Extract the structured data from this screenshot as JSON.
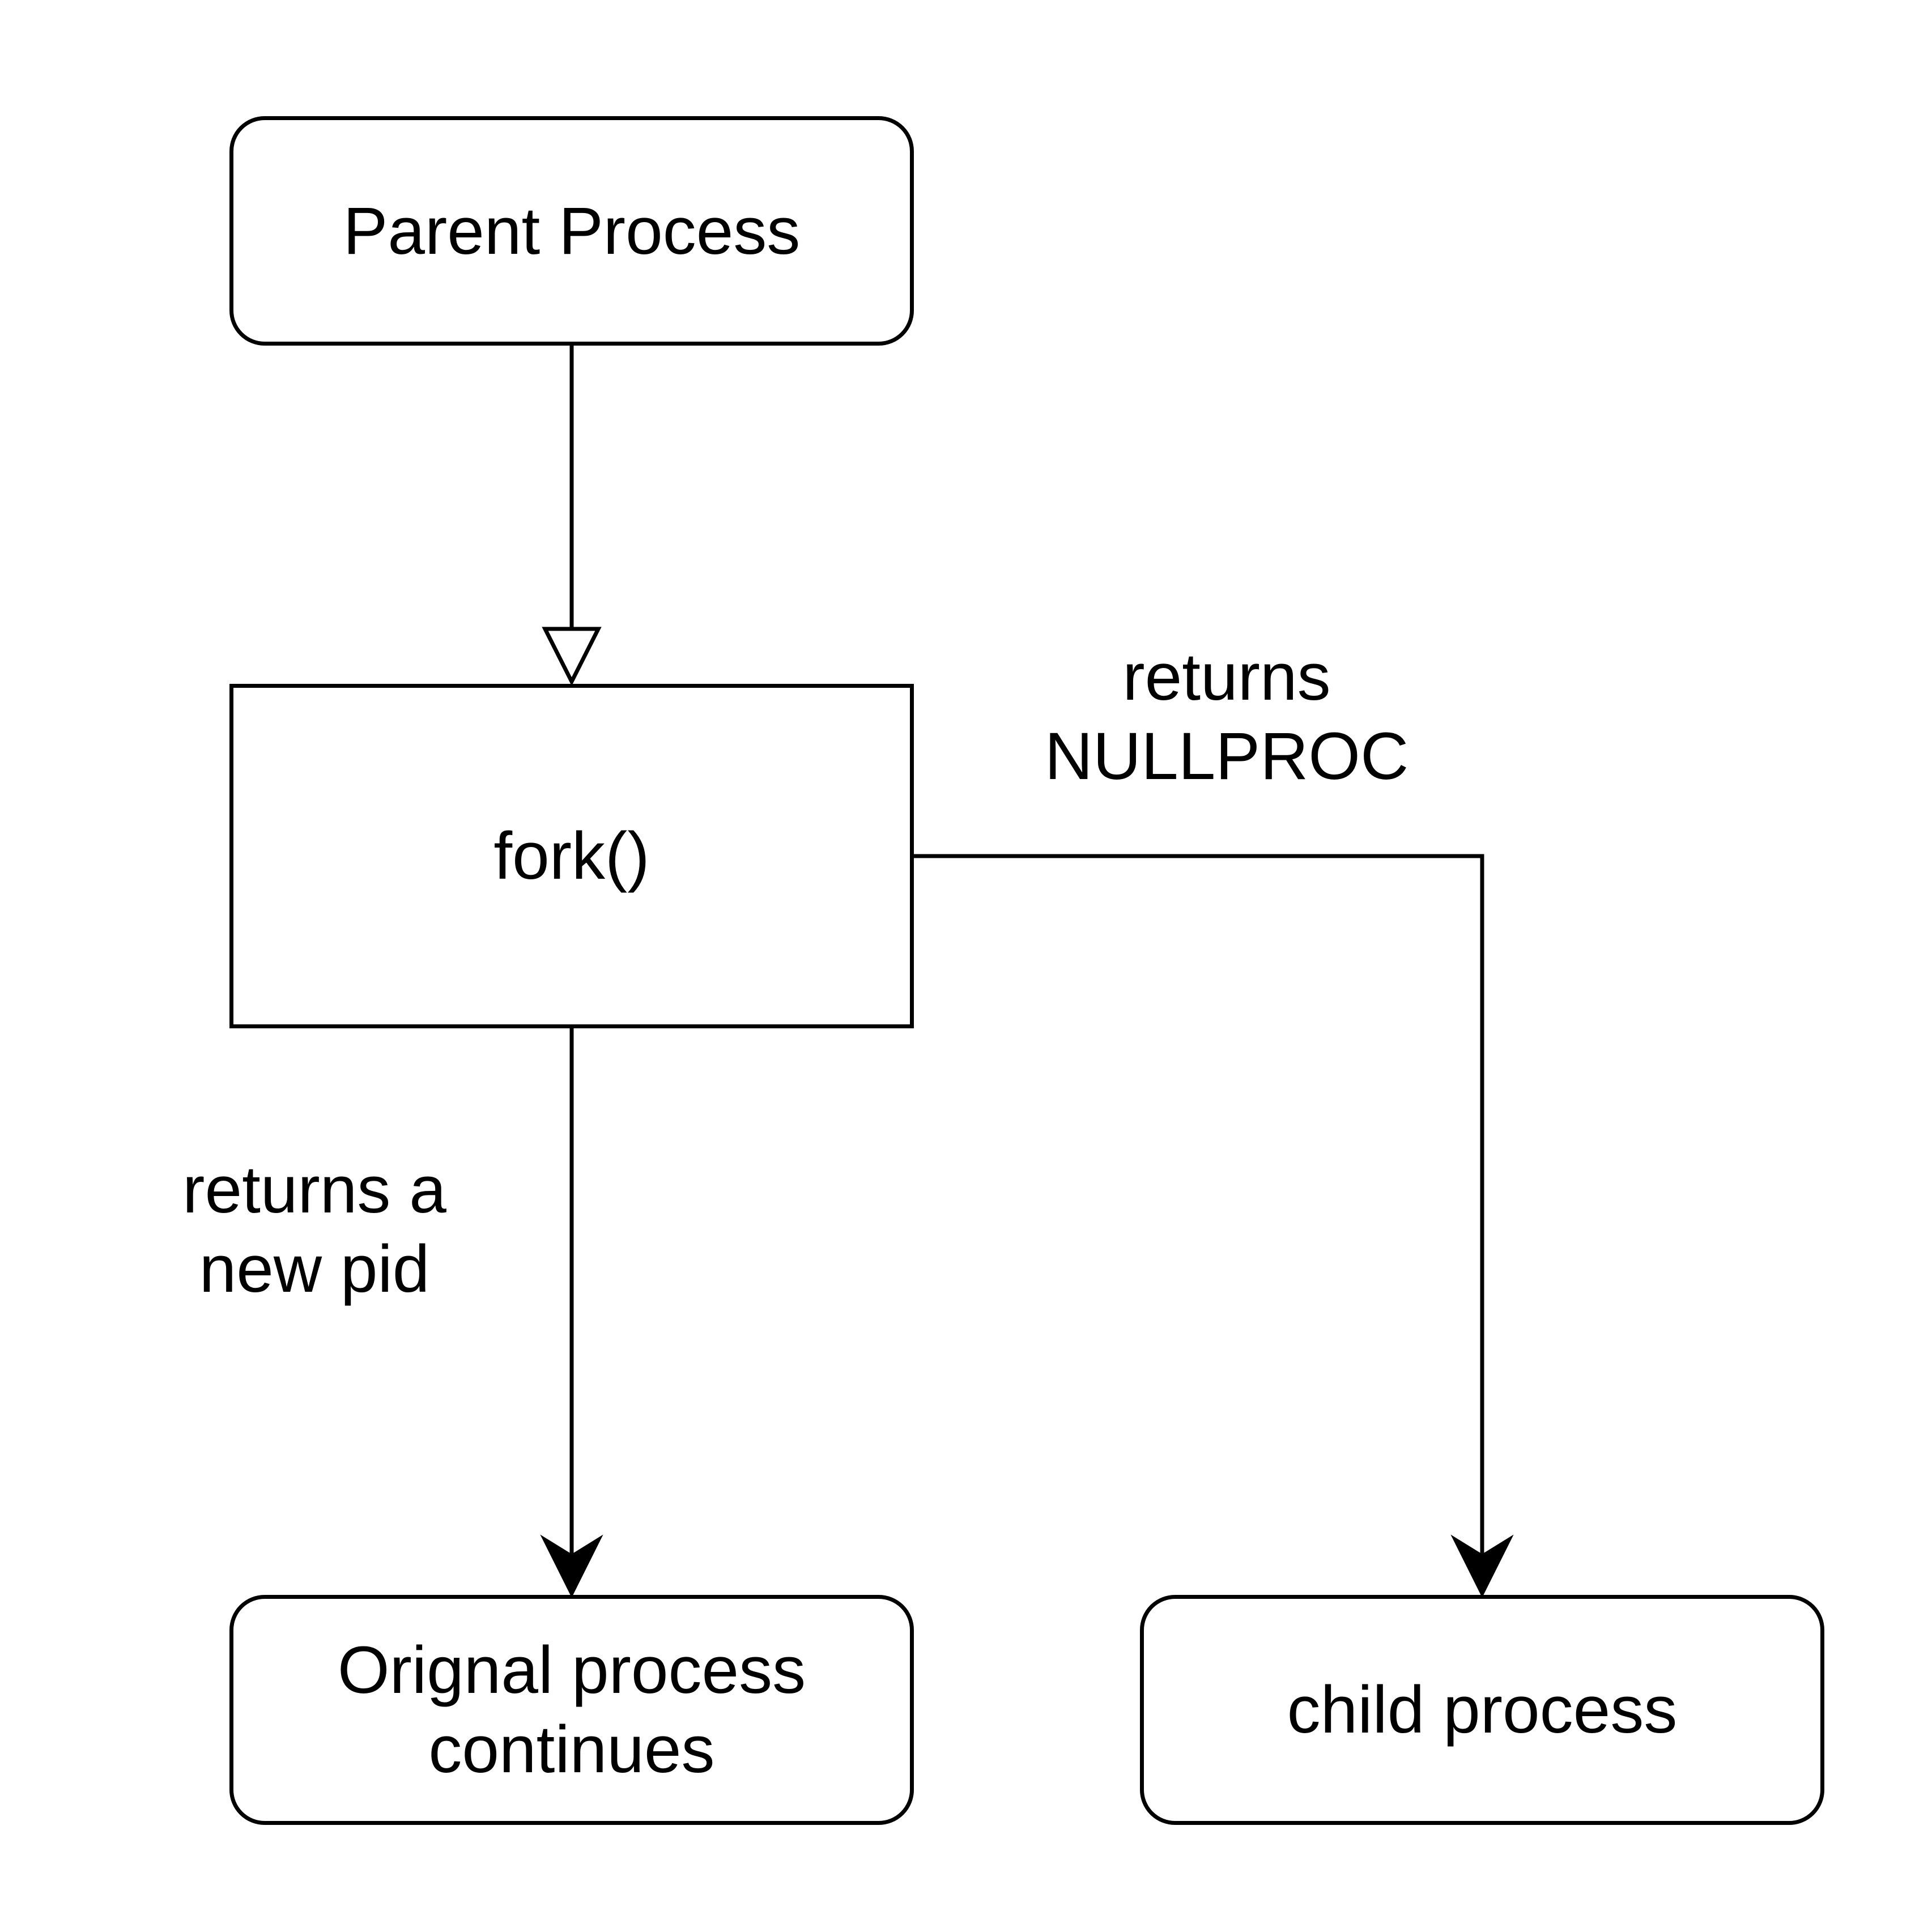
{
  "nodes": {
    "parent": {
      "label": "Parent Process"
    },
    "fork": {
      "label": "fork()"
    },
    "original": {
      "lines": [
        "Orignal process",
        "continues"
      ]
    },
    "child": {
      "label": "child process"
    }
  },
  "edges": {
    "parent_to_fork": {
      "arrowhead": "hollow-triangle"
    },
    "fork_to_original": {
      "arrowhead": "filled-open-arrow",
      "label_lines": [
        "returns a",
        "new pid"
      ]
    },
    "fork_to_child": {
      "arrowhead": "filled-open-arrow",
      "label_lines": [
        "returns",
        "NULLPROC"
      ]
    }
  },
  "style": {
    "stroke_color": "#000000",
    "background_color": "#ffffff"
  }
}
